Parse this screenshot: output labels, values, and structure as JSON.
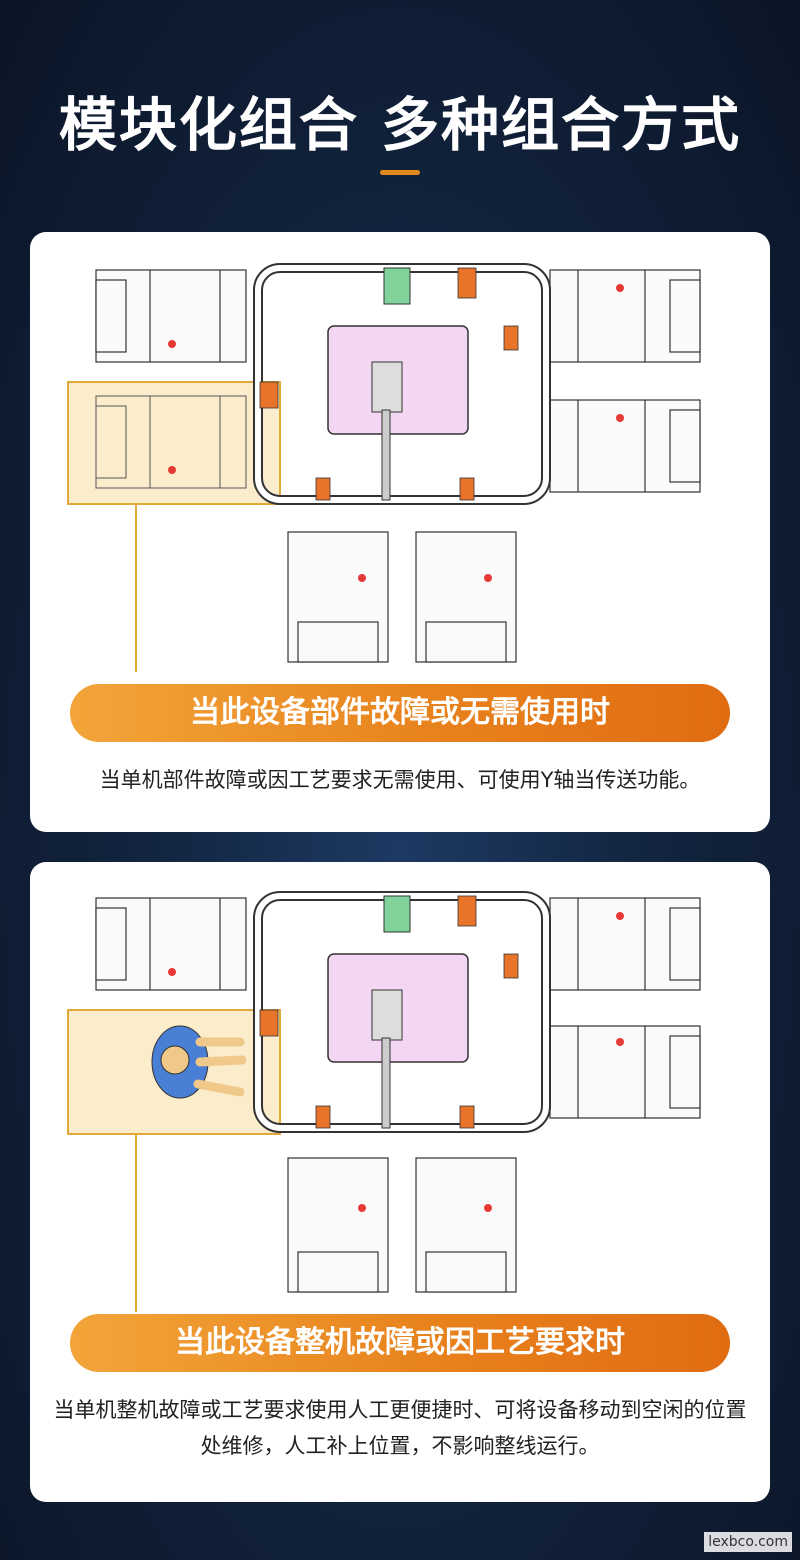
{
  "title": "模块化组合 多种组合方式",
  "sections": [
    {
      "label": "当此设备部件故障或无需使用时",
      "description": "当单机部件故障或因工艺要求无需使用、可使用Y轴当传送功能。"
    },
    {
      "label": "当此设备整机故障或因工艺要求时",
      "description": "当单机整机故障或工艺要求使用人工更便捷时、可将设备移动到空闲的位置处维修，人工补上位置，不影响整线运行。"
    }
  ],
  "watermark": "lexbco.com",
  "colors": {
    "accent": "#e8821d",
    "highlight_fill": "#fbeccb",
    "highlight_border": "#e0a93a",
    "panel_pink": "#f3d6f2",
    "marker_green": "#7fd39a",
    "part_orange": "#e8742a"
  }
}
